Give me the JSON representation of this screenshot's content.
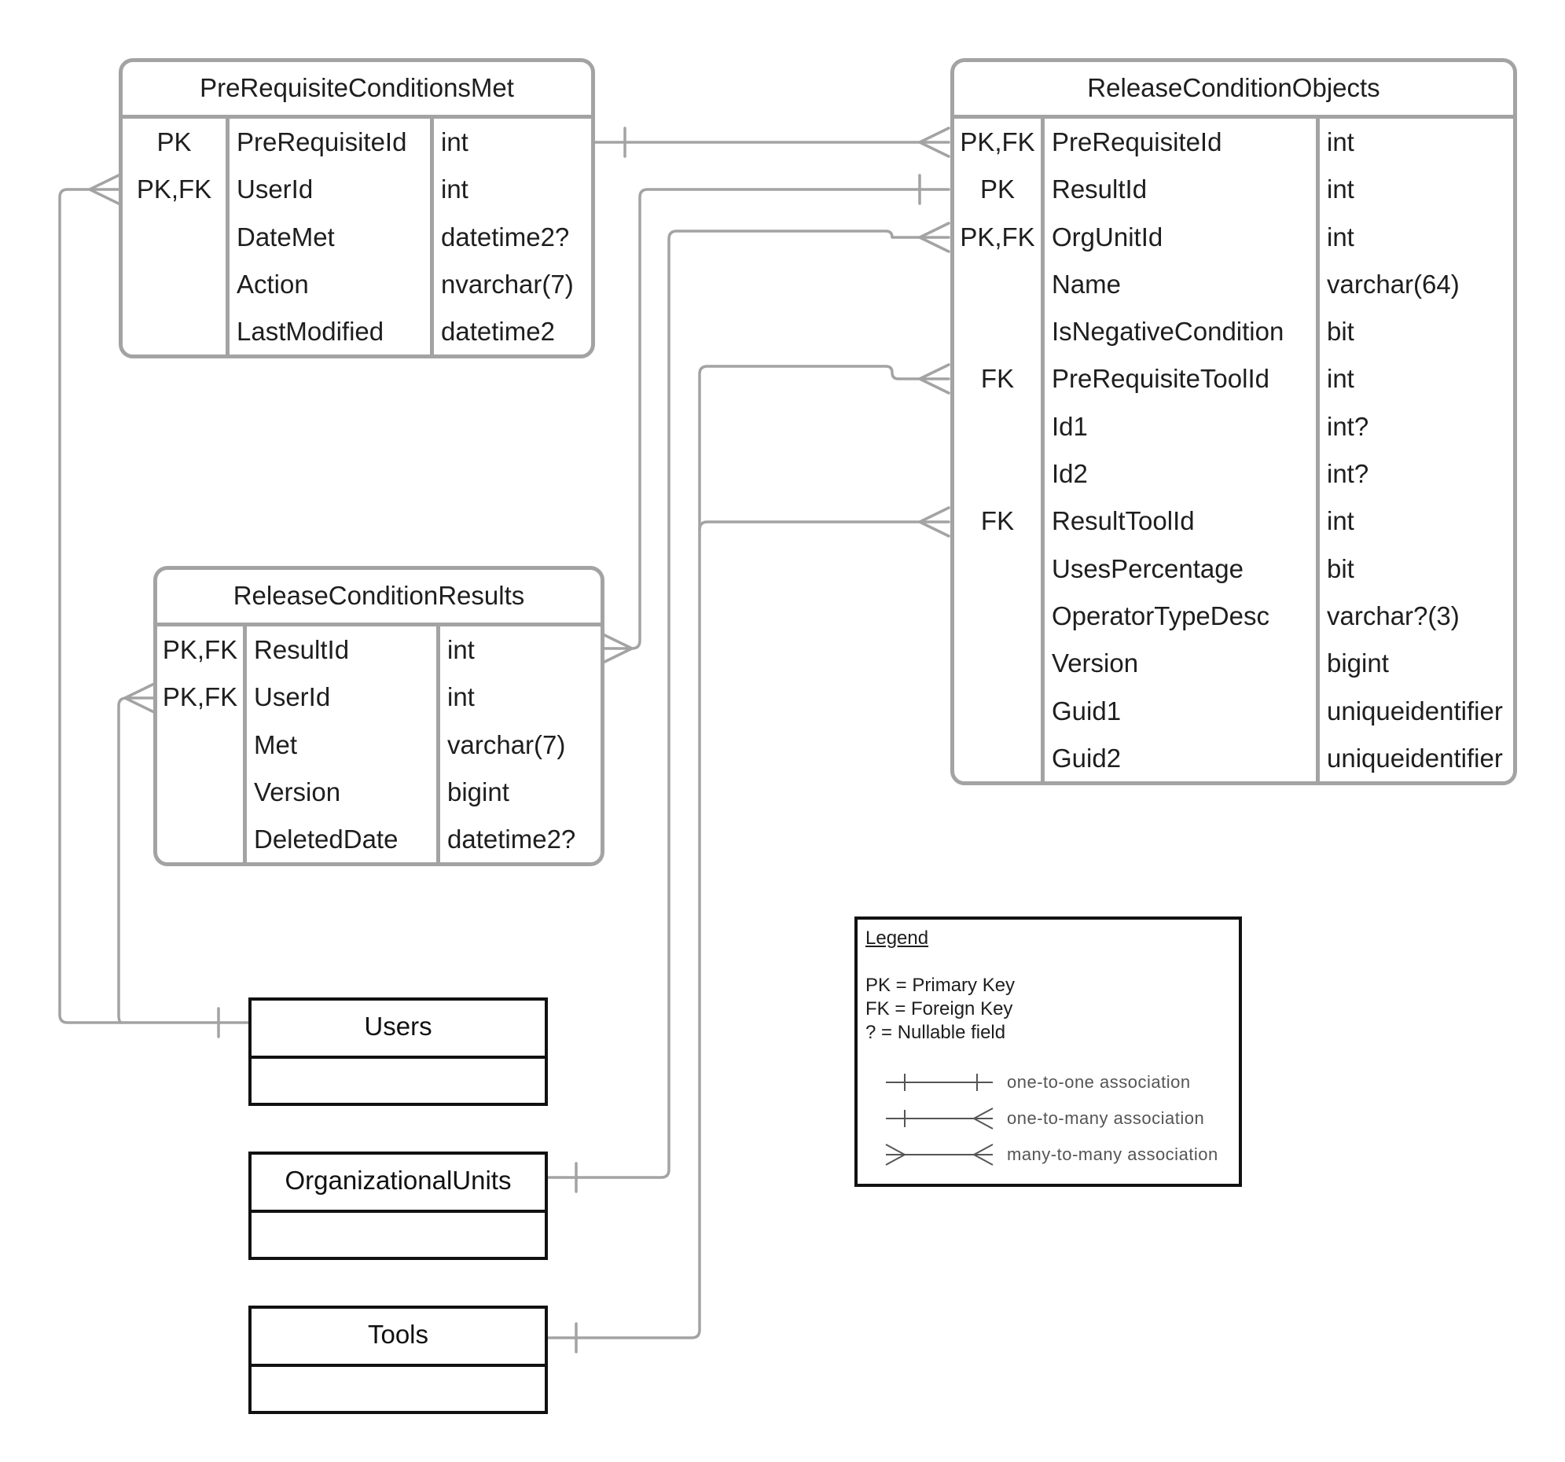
{
  "entities": {
    "prereq": {
      "title": "PreRequisiteConditionsMet",
      "fields": [
        {
          "key": "PK",
          "name": "PreRequisiteId",
          "type": "int"
        },
        {
          "key": "PK,FK",
          "name": "UserId",
          "type": "int"
        },
        {
          "key": "",
          "name": "DateMet",
          "type": "datetime2?"
        },
        {
          "key": "",
          "name": "Action",
          "type": "nvarchar(7)"
        },
        {
          "key": "",
          "name": "LastModified",
          "type": "datetime2"
        }
      ]
    },
    "rco": {
      "title": "ReleaseConditionObjects",
      "fields": [
        {
          "key": "PK,FK",
          "name": "PreRequisiteId",
          "type": "int"
        },
        {
          "key": "PK",
          "name": "ResultId",
          "type": "int"
        },
        {
          "key": "PK,FK",
          "name": "OrgUnitId",
          "type": "int"
        },
        {
          "key": "",
          "name": "Name",
          "type": "varchar(64)"
        },
        {
          "key": "",
          "name": "IsNegativeCondition",
          "type": "bit"
        },
        {
          "key": "FK",
          "name": "PreRequisiteToolId",
          "type": "int"
        },
        {
          "key": "",
          "name": "Id1",
          "type": "int?"
        },
        {
          "key": "",
          "name": "Id2",
          "type": "int?"
        },
        {
          "key": "FK",
          "name": "ResultToolId",
          "type": "int"
        },
        {
          "key": "",
          "name": "UsesPercentage",
          "type": "bit"
        },
        {
          "key": "",
          "name": "OperatorTypeDesc",
          "type": "varchar?(3)"
        },
        {
          "key": "",
          "name": "Version",
          "type": "bigint"
        },
        {
          "key": "",
          "name": "Guid1",
          "type": "uniqueidentifier"
        },
        {
          "key": "",
          "name": "Guid2",
          "type": "uniqueidentifier"
        }
      ]
    },
    "rcr": {
      "title": "ReleaseConditionResults",
      "fields": [
        {
          "key": "PK,FK",
          "name": "ResultId",
          "type": "int"
        },
        {
          "key": "PK,FK",
          "name": "UserId",
          "type": "int"
        },
        {
          "key": "",
          "name": "Met",
          "type": "varchar(7)"
        },
        {
          "key": "",
          "name": "Version",
          "type": "bigint"
        },
        {
          "key": "",
          "name": "DeletedDate",
          "type": "datetime2?"
        }
      ]
    }
  },
  "external": {
    "users": "Users",
    "orgunits": "OrganizationalUnits",
    "tools": "Tools"
  },
  "legend": {
    "title": "Legend",
    "lines": [
      "PK = Primary Key",
      "FK = Foreign Key",
      "? = Nullable field"
    ],
    "associations": [
      "one-to-one association",
      "one-to-many association",
      "many-to-many association"
    ]
  },
  "colors": {
    "connector": "#a3a3a3",
    "border": "#111111"
  }
}
